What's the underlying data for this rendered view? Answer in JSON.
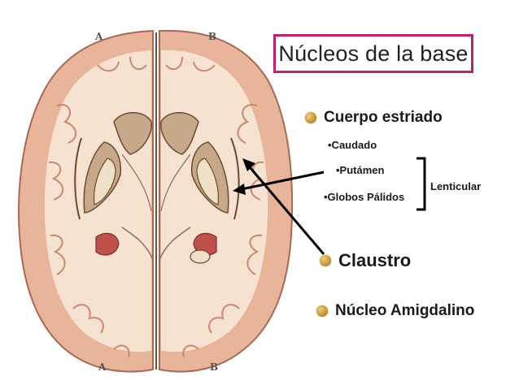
{
  "title": "Núcleos de la base",
  "labels": {
    "corner_a": "A",
    "corner_b": "B"
  },
  "legend": {
    "cuerpo_estriado": "Cuerpo estriado",
    "caudado": "•Caudado",
    "putamen": "•Putámen",
    "globos_palidos": "•Globos Pálidos",
    "lenticular": "Lenticular",
    "claustro": "Claustro",
    "nucleo_amigdalino": "Núcleo Amigdalino"
  },
  "colors": {
    "title_border": "#c0206e",
    "bullet": "#c99a3a",
    "brain_outer": "#e9b79c",
    "brain_inner": "#f6e2d0",
    "nucleus": "#c7a98a",
    "amygdala": "#c0504a"
  }
}
